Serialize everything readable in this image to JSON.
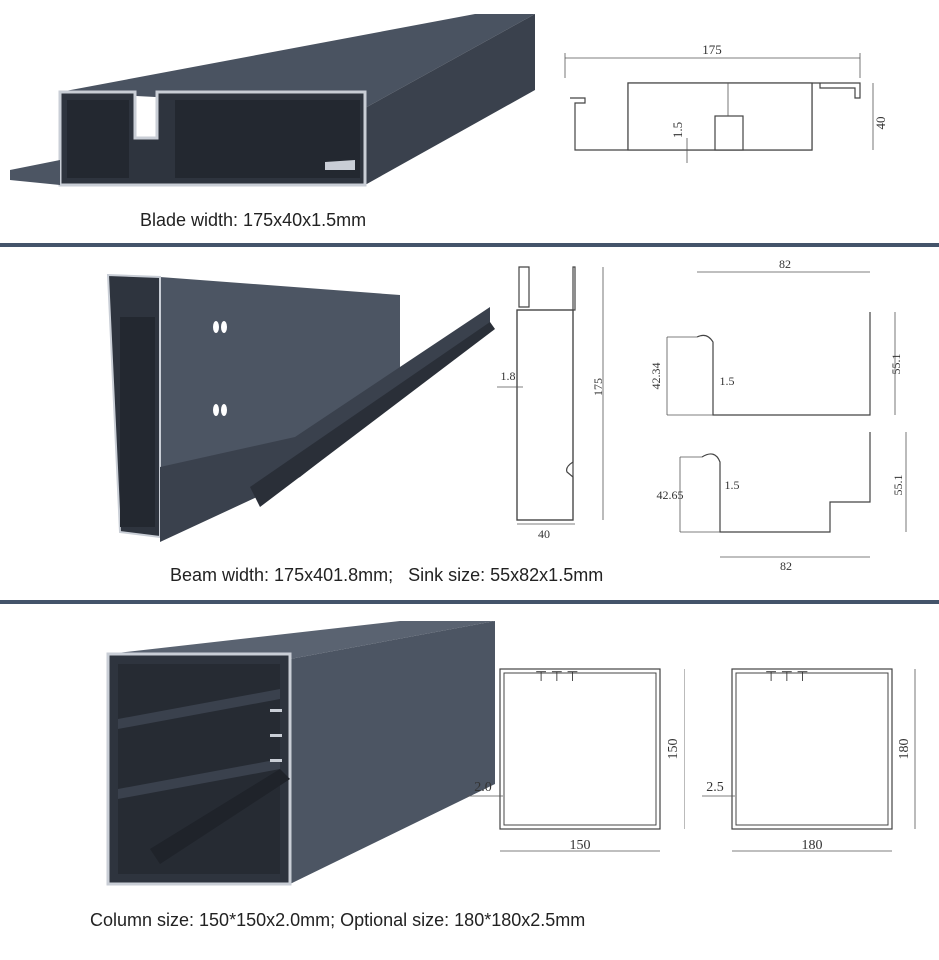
{
  "section1": {
    "caption": "Blade width: 175x40x1.5mm",
    "drawing": {
      "width_label": "175",
      "height_label": "40",
      "thickness_label": "1.5"
    }
  },
  "section2": {
    "caption": "Beam width: 175x401.8mm;   Sink size: 55x82x1.5mm",
    "beam_drawing": {
      "height_label": "175",
      "width_label": "40",
      "thickness_label": "1.8"
    },
    "sink_top": {
      "width_label": "82",
      "height_label": "55.1",
      "lip_label": "42.34",
      "thickness_label": "1.5"
    },
    "sink_bottom": {
      "width_label": "82",
      "height_label": "55.1",
      "lip_label": "42.65",
      "thickness_label": "1.5"
    }
  },
  "section3": {
    "caption": "Column size: 150*150x2.0mm; Optional size: 180*180x2.5mm",
    "column_a": {
      "width_label": "150",
      "height_label": "150",
      "thickness_label": "2.0"
    },
    "column_b": {
      "width_label": "180",
      "height_label": "180",
      "thickness_label": "2.5"
    }
  },
  "colors": {
    "profile_dark": "#3b4350",
    "profile_mid": "#4c5563",
    "divider": "#44546a"
  }
}
